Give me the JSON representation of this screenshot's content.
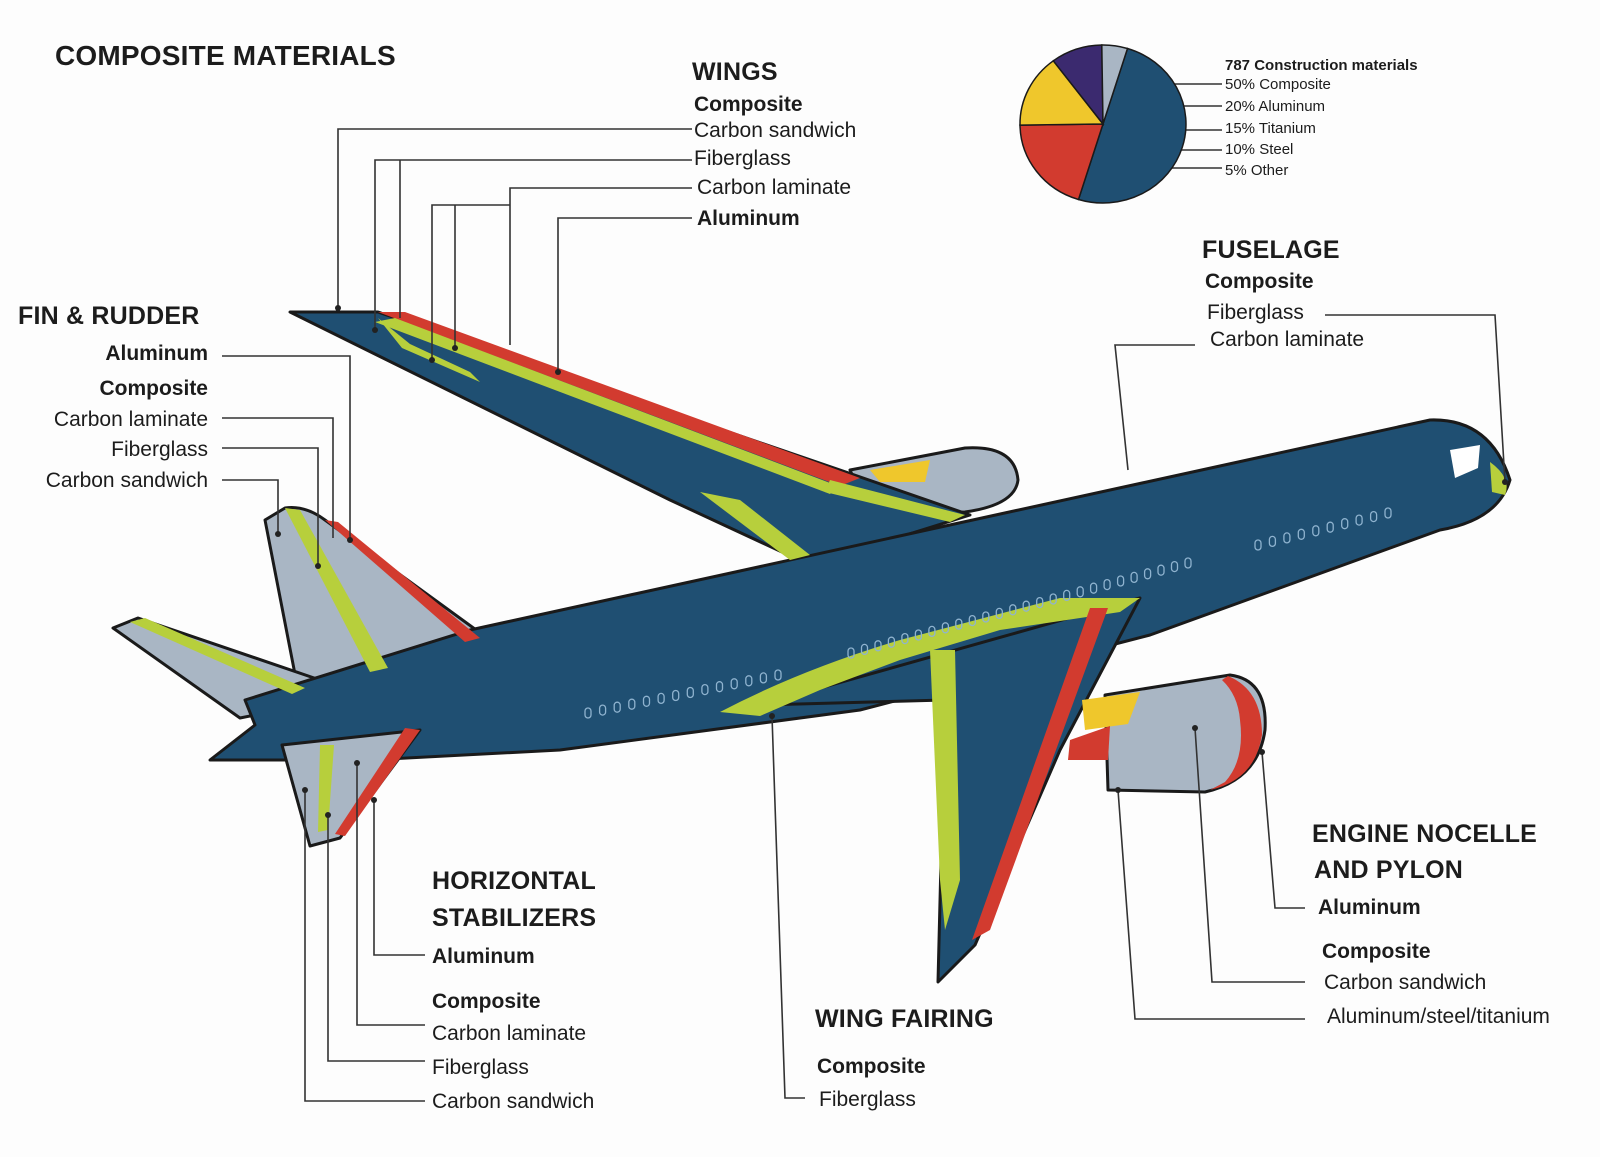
{
  "title": "COMPOSITE MATERIALS",
  "colors": {
    "composite_body": "#1f4f72",
    "aluminum": "#d23b2f",
    "fiberglass": "#b7cf3c",
    "titanium": "#efc72c",
    "steel": "#3b2a6f",
    "other": "#a9b6c4",
    "outline": "#1a1a1a"
  },
  "chart_data": {
    "type": "pie",
    "title": "787 Construction materials",
    "categories": [
      "Composite",
      "Aluminum",
      "Titanium",
      "Steel",
      "Other"
    ],
    "values": [
      50,
      20,
      15,
      10,
      5
    ],
    "labels": [
      "50% Composite",
      "20% Aluminum",
      "15% Titanium",
      "10% Steel",
      "5% Other"
    ],
    "colors": [
      "#1f4f72",
      "#d23b2f",
      "#efc72c",
      "#3b2a6f",
      "#a9b6c4"
    ],
    "legend": "right"
  },
  "callouts": {
    "wings": {
      "title": "WINGS",
      "composite_label": "Composite",
      "items": [
        "Carbon sandwich",
        "Fiberglass",
        "Carbon laminate"
      ],
      "aluminum_label": "Aluminum"
    },
    "fuselage": {
      "title": "FUSELAGE",
      "composite_label": "Composite",
      "items": [
        "Fiberglass",
        "Carbon laminate"
      ]
    },
    "fin_rudder": {
      "title": "FIN & RUDDER",
      "aluminum_label": "Aluminum",
      "composite_label": "Composite",
      "items": [
        "Carbon laminate",
        "Fiberglass",
        "Carbon sandwich"
      ]
    },
    "horizontal_stabilizers": {
      "title_line1": "HORIZONTAL",
      "title_line2": "STABILIZERS",
      "aluminum_label": "Aluminum",
      "composite_label": "Composite",
      "items": [
        "Carbon laminate",
        "Fiberglass",
        "Carbon sandwich"
      ]
    },
    "wing_fairing": {
      "title": "WING FAIRING",
      "composite_label": "Composite",
      "items": [
        "Fiberglass"
      ]
    },
    "engine": {
      "title_line1": "ENGINE NOCELLE",
      "title_line2": "AND PYLON",
      "aluminum_label": "Aluminum",
      "composite_label": "Composite",
      "items": [
        "Carbon sandwich",
        "Aluminum/steel/titanium"
      ]
    }
  }
}
